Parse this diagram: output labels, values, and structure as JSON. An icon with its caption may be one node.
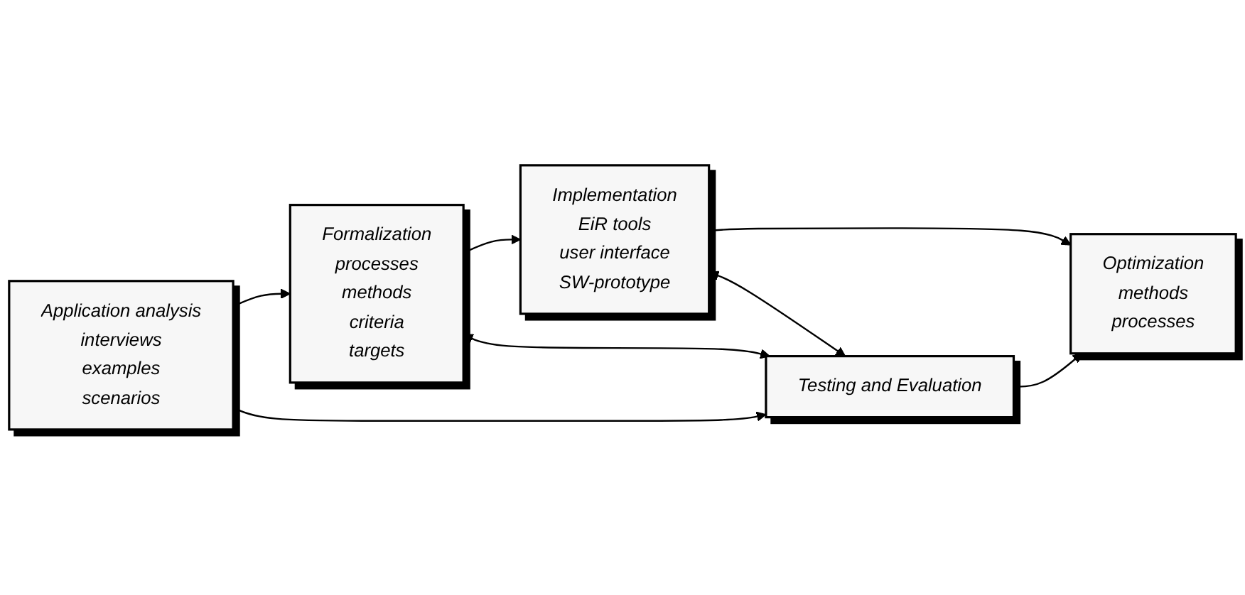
{
  "diagram": {
    "nodes": [
      {
        "text": [
          "Application analysis",
          "interviews",
          "examples",
          "scenarios"
        ]
      },
      {
        "text": [
          "Formalization",
          "processes",
          "methods",
          "criteria",
          "targets"
        ]
      },
      {
        "text": [
          "Implementation",
          "EiR tools",
          "user interface",
          "SW-prototype"
        ]
      },
      {
        "text": [
          "Optimization",
          "methods",
          "processes"
        ]
      },
      {
        "text": [
          "Testing and Evaluation"
        ]
      }
    ],
    "edges": [
      {
        "from": 0,
        "to": 1,
        "arrow": "to"
      },
      {
        "from": 1,
        "to": 2,
        "arrow": "to"
      },
      {
        "from": 2,
        "to": 3,
        "arrow": "to"
      },
      {
        "from": 0,
        "to": 4,
        "arrow": "to"
      },
      {
        "from": 4,
        "to": 3,
        "arrow": "to"
      },
      {
        "from": 1,
        "to": 4,
        "arrow": "both"
      },
      {
        "from": 2,
        "to": 4,
        "arrow": "both"
      }
    ]
  }
}
